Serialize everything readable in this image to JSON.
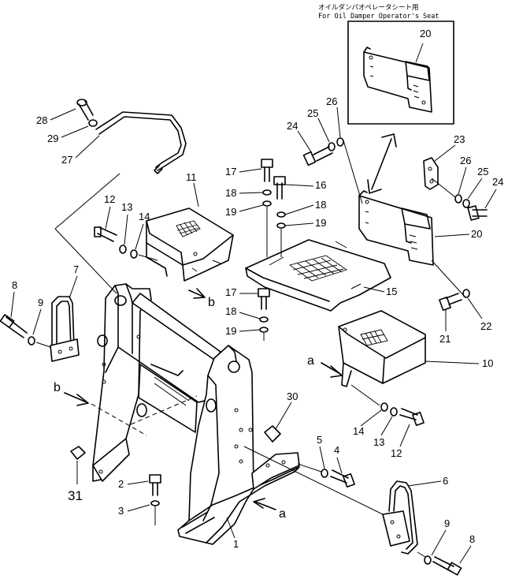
{
  "inset": {
    "caption_jp": "オイルダンパオペレータシート用",
    "caption_en": "For Oil Damper Operator's Seat",
    "part": "20"
  },
  "labels": {
    "p1": "1",
    "p2": "2",
    "p3": "3",
    "p4": "4",
    "p5": "5",
    "p6": "6",
    "p7": "7",
    "p8a": "8",
    "p8b": "8",
    "p9a": "9",
    "p9b": "9",
    "p10": "10",
    "p11": "11",
    "p12a": "12",
    "p12b": "12",
    "p13a": "13",
    "p13b": "13",
    "p14a": "14",
    "p14b": "14",
    "p15": "15",
    "p16": "16",
    "p17a": "17",
    "p17b": "17",
    "p18a": "18",
    "p18b": "18",
    "p18c": "18",
    "p19a": "19",
    "p19b": "19",
    "p19c": "19",
    "p20": "20",
    "p21": "21",
    "p22": "22",
    "p23": "23",
    "p24a": "24",
    "p24b": "24",
    "p25a": "25",
    "p25b": "25",
    "p26a": "26",
    "p26b": "26",
    "p27": "27",
    "p28": "28",
    "p29": "29",
    "p30": "30",
    "p31": "31"
  },
  "refs": {
    "a1": "a",
    "a2": "a",
    "b1": "b",
    "b2": "b"
  }
}
